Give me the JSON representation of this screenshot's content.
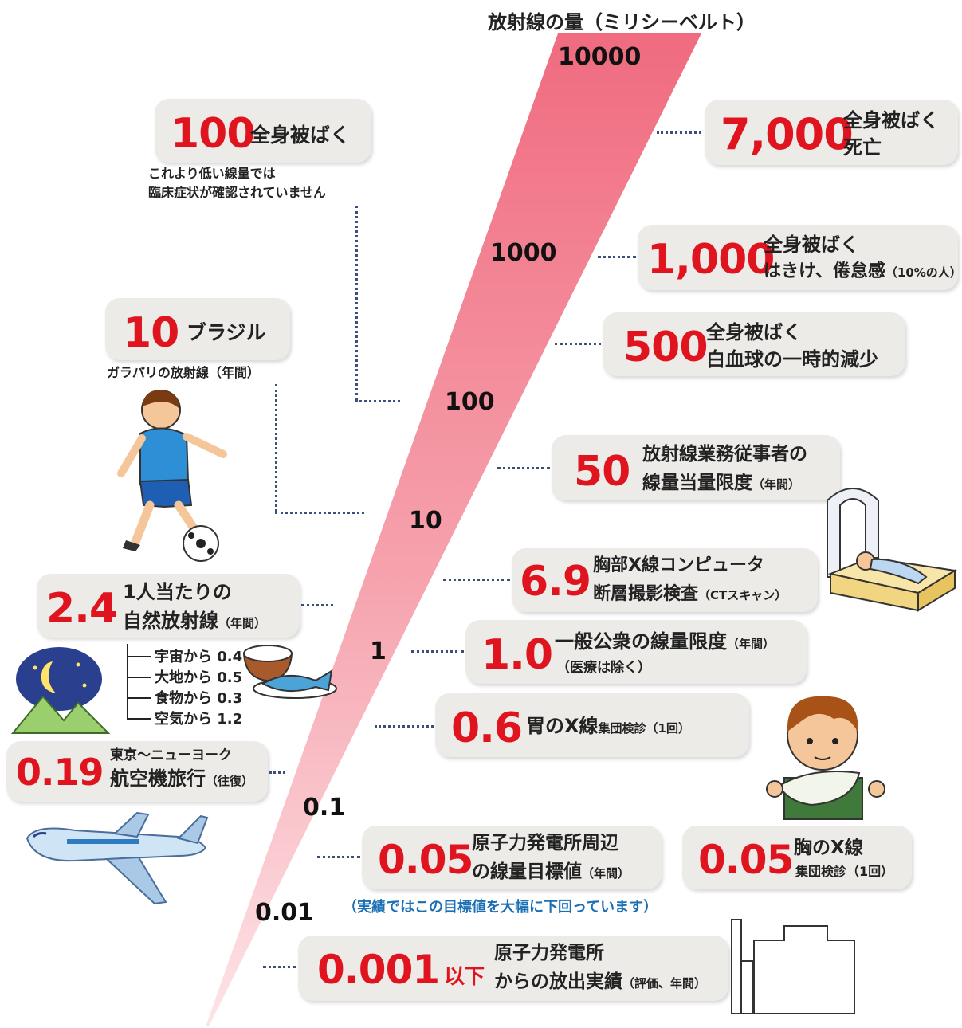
{
  "title": "放射線の量（ミリシーベルト）",
  "scale_labels": [
    "10000",
    "1000",
    "100",
    "10",
    "1",
    "0.1",
    "0.01"
  ],
  "items": {
    "i7000": {
      "value": "7,000",
      "line1": "全身被ばく",
      "line2": "死亡"
    },
    "i1000": {
      "value": "1,000",
      "line1": "全身被ばく",
      "line2": "はきけ、倦怠感",
      "line2_small": "（10%の人）"
    },
    "i500": {
      "value": "500",
      "line1": "全身被ばく",
      "line2": "白血球の一時的減少"
    },
    "i100": {
      "value": "100",
      "label": "全身被ばく",
      "note1": "これより低い線量では",
      "note2": "臨床症状が確認されていません"
    },
    "i50": {
      "value": "50",
      "line1": "放射線業務従事者の",
      "line2": "線量当量限度",
      "line2_small": "（年間）"
    },
    "i10": {
      "value": "10",
      "label": "ブラジル",
      "note": "ガラパリの放射線（年間）"
    },
    "i6_9": {
      "value": "6.9",
      "line1": "胸部X線コンピュータ",
      "line2": "断層撮影検査",
      "line2_small": "（CTスキャン）"
    },
    "i2_4": {
      "value": "2.4",
      "line1": "1人当たりの",
      "line2": "自然放射線",
      "line2_small": "（年間）",
      "breakdown": [
        "宇宙から 0.4",
        "大地から 0.5",
        "食物から 0.3",
        "空気から 1.2"
      ]
    },
    "i1_0": {
      "value": "1.0",
      "line1": "一般公衆の線量限度",
      "line1_small": "（年間）",
      "line2": "（医療は除く）"
    },
    "i0_6": {
      "value": "0.6",
      "line1": "胃のX線",
      "line1_small": "集団検診（1回）"
    },
    "i0_19": {
      "value": "0.19",
      "line1": "東京〜ニューヨーク",
      "line2": "航空機旅行",
      "line2_small": "（往復）"
    },
    "i0_05a": {
      "value": "0.05",
      "line1": "原子力発電所周辺",
      "line2": "の線量目標値",
      "line2_small": "（年間）",
      "note": "（実績ではこの目標値を大幅に下回っています）"
    },
    "i0_05b": {
      "value": "0.05",
      "line1": "胸のX線",
      "line2_small": "集団検診（1回）"
    },
    "i0_001": {
      "value": "0.001",
      "suffix": "以下",
      "line1": "原子力発電所",
      "line2": "からの放出実績",
      "line2_small": "（評価、年間）"
    }
  },
  "colors": {
    "accent": "#e0141e",
    "wedge": "#f07c8c",
    "panel": "#ecebe8",
    "dots": "#3a4f7a",
    "note": "#1a6fb5"
  }
}
